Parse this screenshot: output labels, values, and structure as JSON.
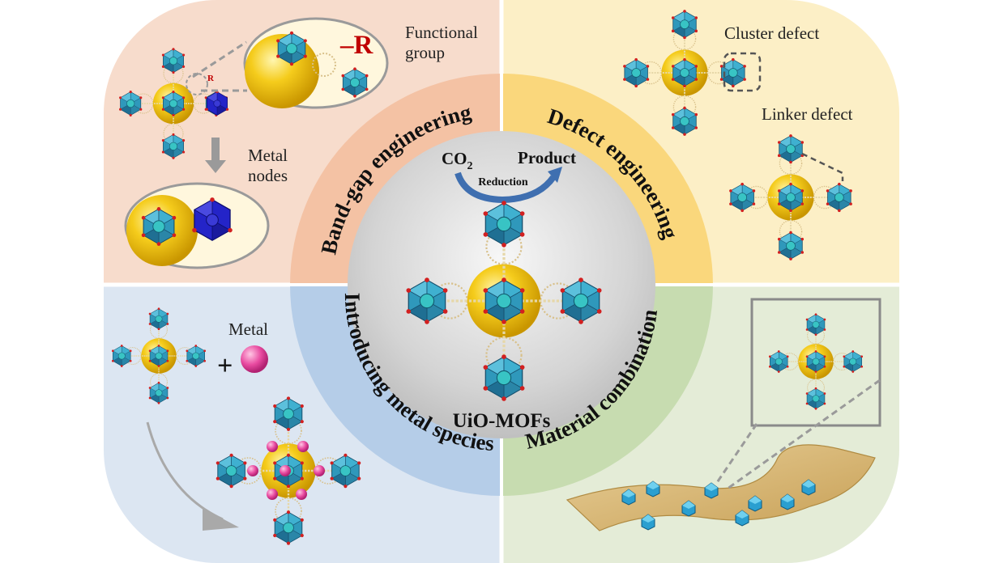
{
  "quadrants": {
    "top_left": {
      "ring_label": "Band-gap engineering",
      "functional_group_label": "Functional group",
      "r_symbol": "R",
      "r_small_symbol": "R",
      "metal_nodes_label": "Metal nodes",
      "color": "#f7dccc"
    },
    "top_right": {
      "ring_label": "Defect engineering",
      "cluster_defect_label": "Cluster defect",
      "linker_defect_label": "Linker defect",
      "color": "#fcefc6"
    },
    "bottom_left": {
      "ring_label": "Introducing metal species",
      "metal_label": "Metal",
      "plus_symbol": "+",
      "color": "#dce6f2"
    },
    "bottom_right": {
      "ring_label": "Material combination",
      "color": "#e4ecd7"
    }
  },
  "center": {
    "reactant": "CO",
    "reactant_subscript": "2",
    "reaction_label": "Reduction",
    "product": "Product",
    "title": "UiO-MOFs"
  },
  "colors": {
    "ring_top_left": "#f4c2a4",
    "ring_top_right": "#fad77c",
    "ring_bottom_left": "#b5cde8",
    "ring_bottom_right": "#c7dcb0",
    "core": "#cfcfcf",
    "cage_yellow": "#f5cc1c",
    "polyhedron": "#3aa6c6",
    "polyhedron_dark": "#1a5e86",
    "metal_node_blue": "#2424c8",
    "metal_sphere": "#e84aa0",
    "oxygen": "#d22020",
    "r_color": "#c00000",
    "support_sheet": "#d9b878"
  }
}
